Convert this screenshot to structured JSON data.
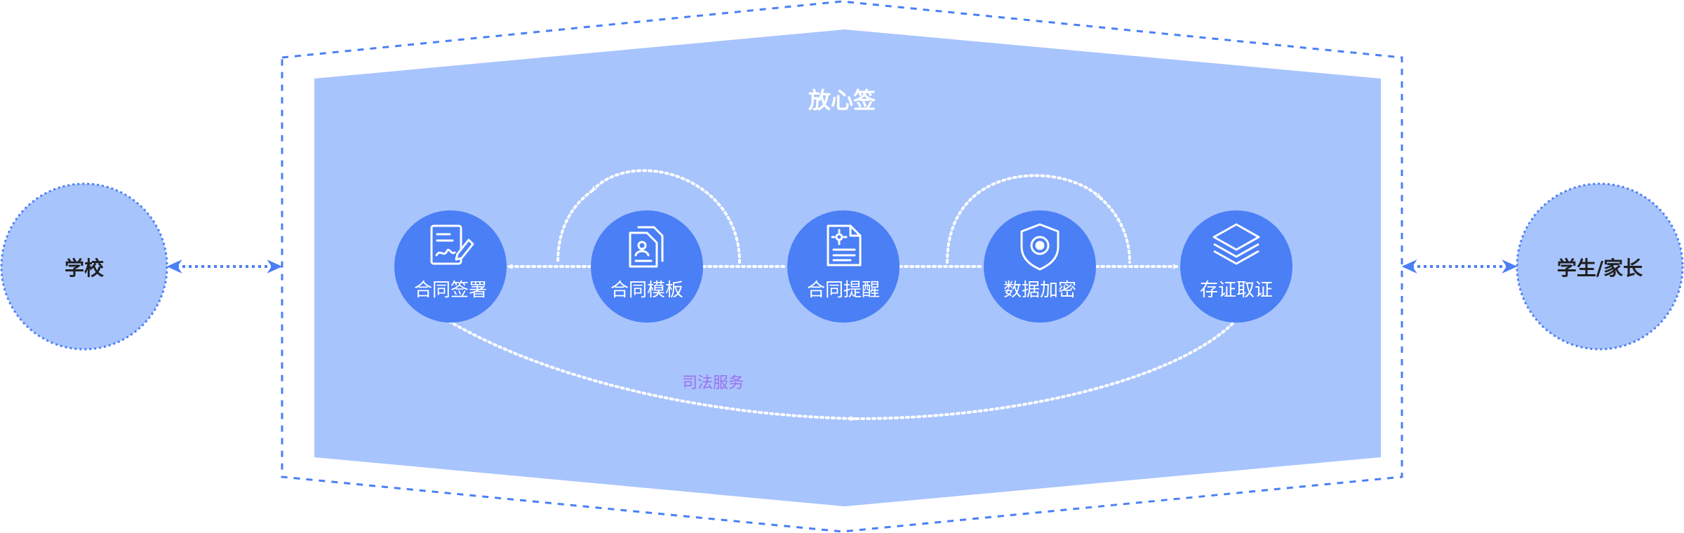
{
  "title": "放心签",
  "left_party": "学校",
  "right_party": "学生/家长",
  "steps": [
    {
      "label": "合同签署",
      "icon": "document-sign-icon"
    },
    {
      "label": "合同模板",
      "icon": "document-template-icon"
    },
    {
      "label": "合同提醒",
      "icon": "document-reminder-icon"
    },
    {
      "label": "数据加密",
      "icon": "shield-lock-icon"
    },
    {
      "label": "存证取证",
      "icon": "layers-stack-icon"
    }
  ],
  "bottom_flow_label": "司法服务",
  "colors": {
    "accent": "#4a7ff5",
    "panel": "#a8c4fc",
    "party_fill": "#a8c4fc",
    "flow_label": "#9b6ff0",
    "white": "#ffffff",
    "text_dark": "#1f1f1f"
  }
}
